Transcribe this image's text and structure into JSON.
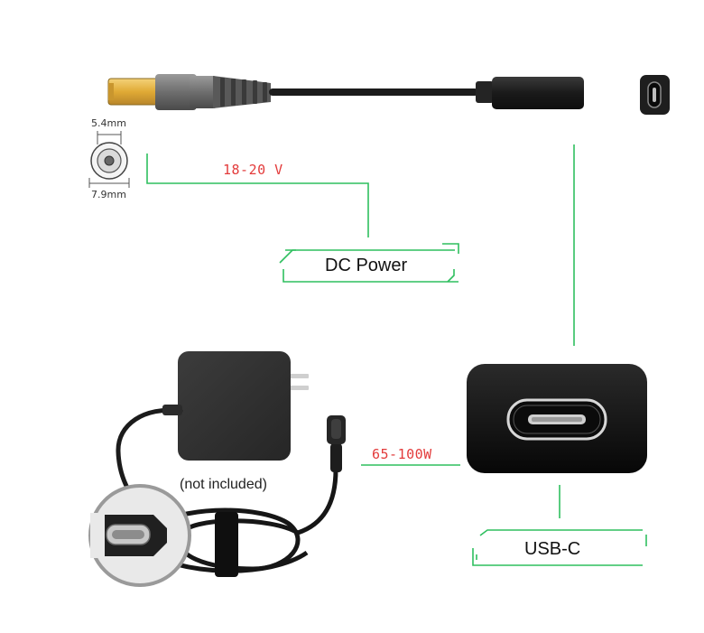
{
  "colors": {
    "accent_green": "#2fbf5f",
    "voltage_red": "#e33b3b",
    "plug_tip": "#e7b94c",
    "device_dark": "#2a2a2a"
  },
  "connector": {
    "outer_diameter": "7.9mm",
    "inner_diameter": "5.4mm"
  },
  "dc": {
    "voltage": "18-20 V",
    "label": "DC Power"
  },
  "usbc": {
    "wattage": "65-100W",
    "label": "USB-C"
  },
  "adapter": {
    "note": "(not included)"
  },
  "icons": [
    "barrel-plug-icon",
    "usb-c-female-icon",
    "usb-c-port-icon",
    "wall-charger-icon",
    "usb-c-plug-icon"
  ]
}
